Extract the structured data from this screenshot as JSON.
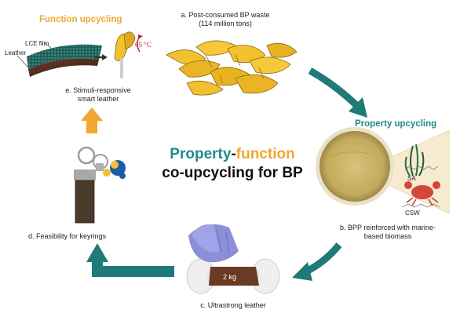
{
  "center": {
    "title_word1": "Property",
    "title_dash": "-",
    "title_word2": "function",
    "title_line2": "co-upcycling for BP"
  },
  "stages": {
    "a": {
      "line1": "a. Post-consumed BP waste",
      "line2": "(114 million tons)"
    },
    "b": {
      "heading": "Property upcycling",
      "line1": "b. BPP reinforced with marine-",
      "line2": "based biomass",
      "label_sa": "SA",
      "label_csw": "CSW"
    },
    "c": {
      "caption": "c. Ultrastrong leather",
      "weight": "2 kg"
    },
    "d": {
      "caption": "d. Feasibility for keyrings"
    },
    "e": {
      "heading": "Function upcycling",
      "label_lce": "LCE film",
      "label_leather": "Leather",
      "temp": "65 °C",
      "line1": "e. Stimuli-responsive",
      "line2": "smart leather"
    }
  },
  "colors": {
    "teal": "#1f7a78",
    "orange": "#f0a830",
    "petri": "#c8b068",
    "peel": "#f2c12e"
  }
}
